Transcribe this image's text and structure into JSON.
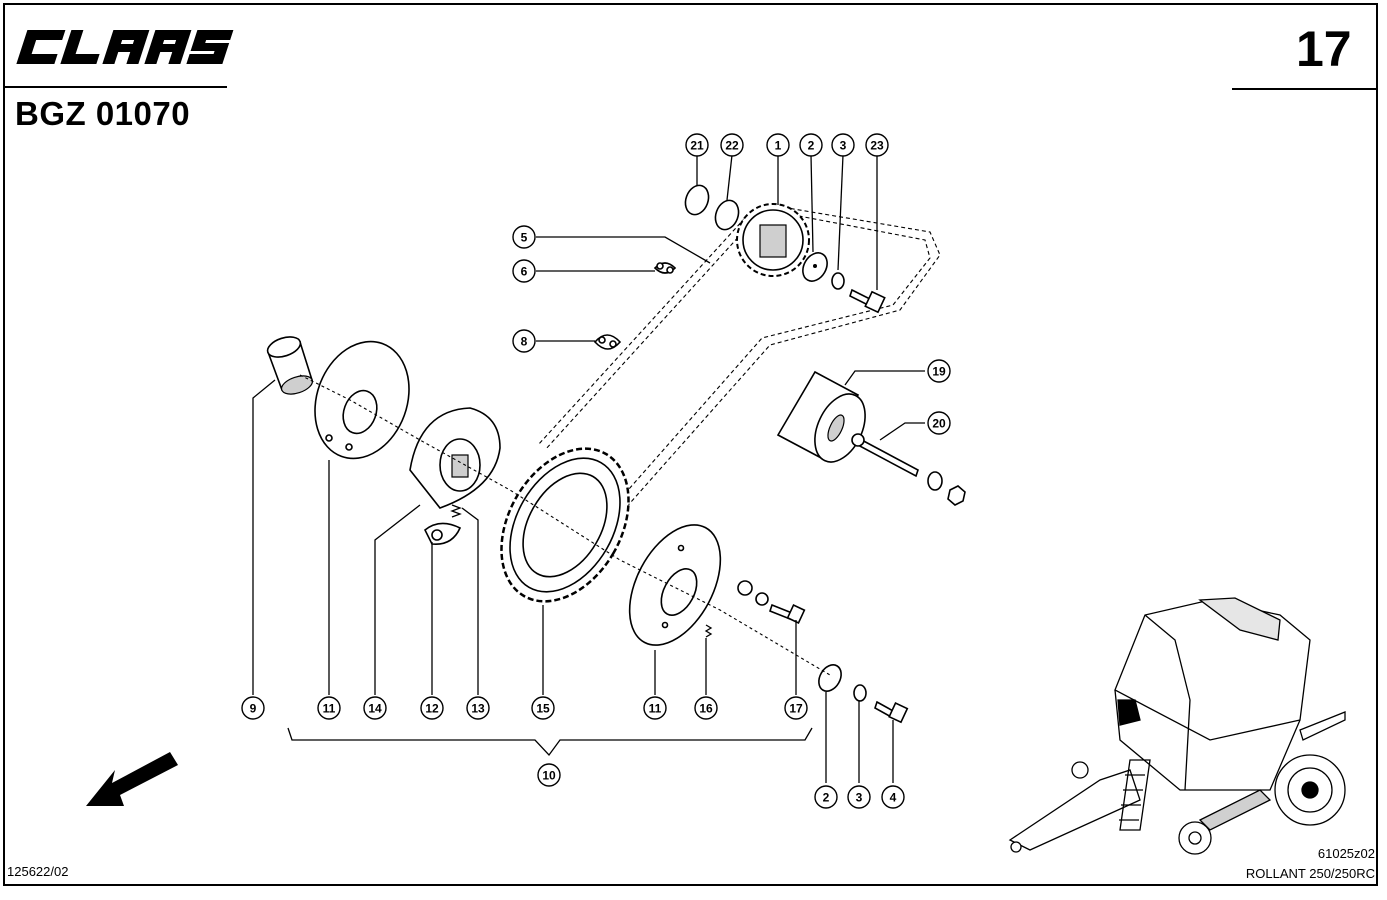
{
  "header": {
    "brand": "CLAAS",
    "doc_id": "BGZ 01070",
    "page_number": "17"
  },
  "footer": {
    "doc_ref": "125622/02",
    "figure_ref": "61025z02",
    "model": "ROLLANT 250/250RC"
  },
  "callouts": [
    {
      "label": "21"
    },
    {
      "label": "22"
    },
    {
      "label": "1"
    },
    {
      "label": "2"
    },
    {
      "label": "3"
    },
    {
      "label": "23"
    },
    {
      "label": "5"
    },
    {
      "label": "6"
    },
    {
      "label": "8"
    },
    {
      "label": "19"
    },
    {
      "label": "20"
    },
    {
      "label": "9"
    },
    {
      "label": "11"
    },
    {
      "label": "14"
    },
    {
      "label": "12"
    },
    {
      "label": "13"
    },
    {
      "label": "15"
    },
    {
      "label": "11"
    },
    {
      "label": "16"
    },
    {
      "label": "17"
    },
    {
      "label": "10"
    },
    {
      "label": "2"
    },
    {
      "label": "3"
    },
    {
      "label": "4"
    }
  ]
}
